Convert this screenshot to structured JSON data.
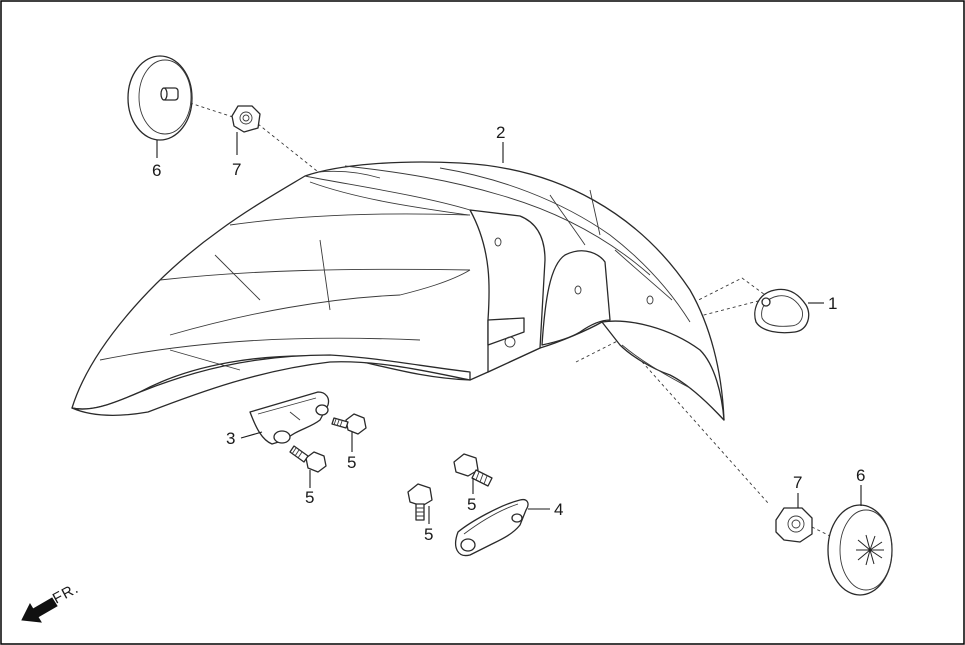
{
  "diagram": {
    "direction_label": "FR.",
    "callouts": [
      {
        "id": "fender",
        "label": "2"
      },
      {
        "id": "grommet",
        "label": "1"
      },
      {
        "id": "bracket-left",
        "label": "3"
      },
      {
        "id": "bracket-right",
        "label": "4"
      },
      {
        "id": "bolt-a",
        "label": "5"
      },
      {
        "id": "bolt-b",
        "label": "5"
      },
      {
        "id": "bolt-c",
        "label": "5"
      },
      {
        "id": "bolt-d",
        "label": "5"
      },
      {
        "id": "reflector-top",
        "label": "6"
      },
      {
        "id": "reflector-bottom",
        "label": "6"
      },
      {
        "id": "nut-top",
        "label": "7"
      },
      {
        "id": "nut-bottom",
        "label": "7"
      }
    ]
  }
}
